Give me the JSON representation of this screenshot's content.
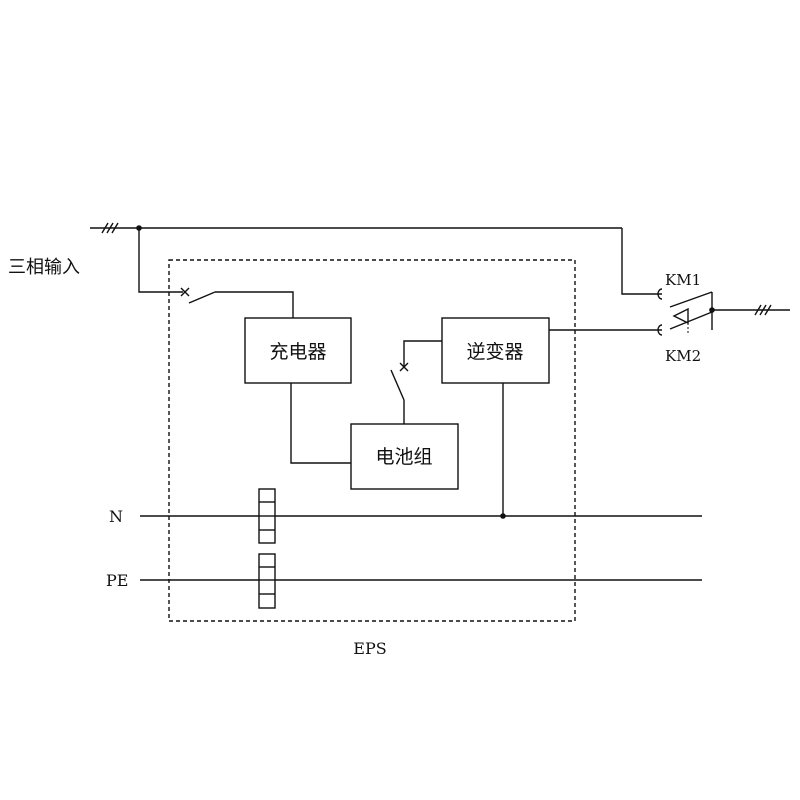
{
  "labels": {
    "input": "三相输入",
    "charger": "充电器",
    "inverter": "逆变器",
    "battery": "电池组",
    "km1": "KM1",
    "km2": "KM2",
    "n": "N",
    "pe": "PE",
    "eps": "EPS"
  }
}
